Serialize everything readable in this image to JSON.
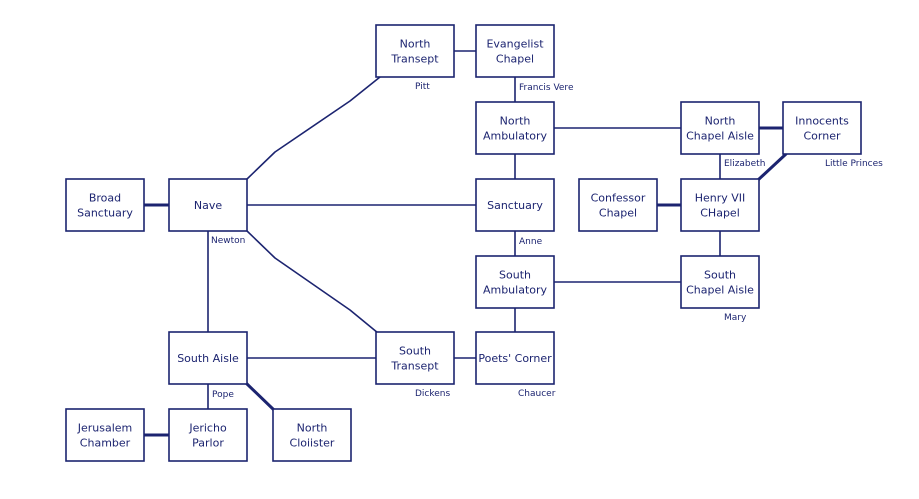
{
  "diagram": {
    "rooms": [
      {
        "id": "north-transept",
        "lines": [
          "North",
          "Transept"
        ]
      },
      {
        "id": "evangelist-chapel",
        "lines": [
          "Evangelist",
          "Chapel"
        ]
      },
      {
        "id": "north-ambulatory",
        "lines": [
          "North",
          "Ambulatory"
        ]
      },
      {
        "id": "north-chapel-aisle",
        "lines": [
          "North",
          "Chapel Aisle"
        ]
      },
      {
        "id": "innocents-corner",
        "lines": [
          "Innocents",
          "Corner"
        ]
      },
      {
        "id": "broad-sanctuary",
        "lines": [
          "Broad",
          "Sanctuary"
        ]
      },
      {
        "id": "nave",
        "lines": [
          "Nave"
        ]
      },
      {
        "id": "sanctuary",
        "lines": [
          "Sanctuary"
        ]
      },
      {
        "id": "confessor-chapel",
        "lines": [
          "Confessor",
          "Chapel"
        ]
      },
      {
        "id": "henry-vii-chapel",
        "lines": [
          "Henry VII",
          "CHapel"
        ]
      },
      {
        "id": "south-ambulatory",
        "lines": [
          "South",
          "Ambulatory"
        ]
      },
      {
        "id": "south-chapel-aisle",
        "lines": [
          "South",
          "Chapel Aisle"
        ]
      },
      {
        "id": "south-aisle",
        "lines": [
          "South Aisle"
        ]
      },
      {
        "id": "south-transept",
        "lines": [
          "South",
          "Transept"
        ]
      },
      {
        "id": "poets-corner",
        "lines": [
          "Poets' Corner"
        ]
      },
      {
        "id": "jerusalem-chamber",
        "lines": [
          "Jerusalem",
          "Chamber"
        ]
      },
      {
        "id": "jericho-parlor",
        "lines": [
          "Jericho",
          "Parlor"
        ]
      },
      {
        "id": "north-cloister",
        "lines": [
          "North",
          "Cloiister"
        ]
      }
    ],
    "connections": [
      {
        "from": "north-transept",
        "to": "evangelist-chapel"
      },
      {
        "from": "evangelist-chapel",
        "to": "north-ambulatory",
        "label": "Francis Vere"
      },
      {
        "from": "north-ambulatory",
        "to": "north-chapel-aisle"
      },
      {
        "from": "north-chapel-aisle",
        "to": "innocents-corner"
      },
      {
        "from": "north-chapel-aisle",
        "to": "henry-vii-chapel",
        "label": "Elizabeth"
      },
      {
        "from": "innocents-corner",
        "to": "henry-vii-chapel"
      },
      {
        "from": "north-ambulatory",
        "to": "sanctuary"
      },
      {
        "from": "broad-sanctuary",
        "to": "nave"
      },
      {
        "from": "nave",
        "to": "north-transept"
      },
      {
        "from": "nave",
        "to": "sanctuary"
      },
      {
        "from": "nave",
        "to": "south-aisle"
      },
      {
        "from": "nave",
        "to": "south-transept"
      },
      {
        "from": "confessor-chapel",
        "to": "henry-vii-chapel"
      },
      {
        "from": "henry-vii-chapel",
        "to": "south-chapel-aisle"
      },
      {
        "from": "sanctuary",
        "to": "south-ambulatory",
        "label": "Anne"
      },
      {
        "from": "south-ambulatory",
        "to": "south-chapel-aisle"
      },
      {
        "from": "south-ambulatory",
        "to": "poets-corner"
      },
      {
        "from": "south-aisle",
        "to": "south-transept"
      },
      {
        "from": "south-transept",
        "to": "poets-corner"
      },
      {
        "from": "south-aisle",
        "to": "jericho-parlor",
        "label": "Pope"
      },
      {
        "from": "south-aisle",
        "to": "north-cloister"
      },
      {
        "from": "jerusalem-chamber",
        "to": "jericho-parlor"
      }
    ],
    "room_notes": [
      {
        "room": "north-transept",
        "text": "Pitt"
      },
      {
        "room": "innocents-corner",
        "text": "Little Princes"
      },
      {
        "room": "nave",
        "text": "Newton"
      },
      {
        "room": "south-chapel-aisle",
        "text": "Mary"
      },
      {
        "room": "south-transept",
        "text": "Dickens"
      },
      {
        "room": "poets-corner",
        "text": "Chaucer"
      }
    ]
  }
}
